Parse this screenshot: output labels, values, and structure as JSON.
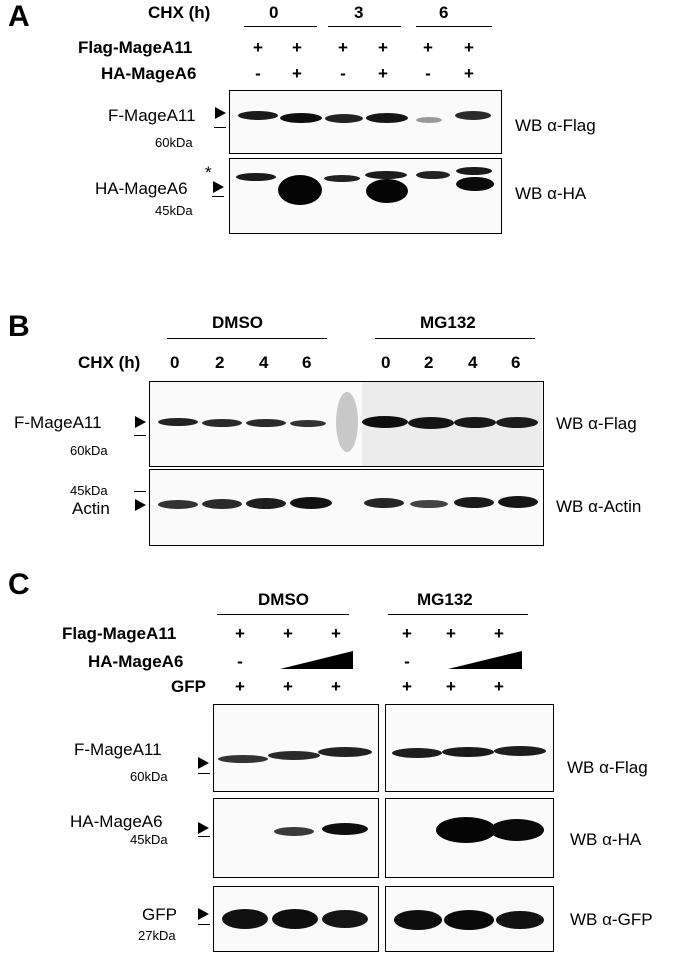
{
  "panel_A": {
    "letter": "A",
    "chx_label": "CHX (h)",
    "timepoints": [
      "0",
      "3",
      "6"
    ],
    "row1_label": "Flag-MageA11",
    "row1_marks": [
      "+",
      "+",
      "+",
      "+",
      "+",
      "+"
    ],
    "row2_label": "HA-MageA6",
    "row2_marks": [
      "-",
      "+",
      "-",
      "+",
      "-",
      "+"
    ],
    "blot1_label": "F-MageA11",
    "blot1_mw": "60kDa",
    "blot1_wb": "WB α-Flag",
    "blot2_asterisk": "*",
    "blot2_label": "HA-MageA6",
    "blot2_mw": "45kDa",
    "blot2_wb": "WB α-HA"
  },
  "panel_B": {
    "letter": "B",
    "group1": "DMSO",
    "group2": "MG132",
    "chx_label": "CHX (h)",
    "timepoints": [
      "0",
      "2",
      "4",
      "6",
      "0",
      "2",
      "4",
      "6"
    ],
    "blot1_label": "F-MageA11",
    "blot1_mw": "60kDa",
    "blot1_wb": "WB α-Flag",
    "blot2_mw": "45kDa",
    "blot2_label": "Actin",
    "blot2_wb": "WB α-Actin"
  },
  "panel_C": {
    "letter": "C",
    "group1": "DMSO",
    "group2": "MG132",
    "row1_label": "Flag-MageA11",
    "row1_marks": [
      "+",
      "+",
      "+",
      "+",
      "+",
      "+"
    ],
    "row2_label": "HA-MageA6",
    "row2_marks": [
      "-",
      "-"
    ],
    "row3_label": "GFP",
    "row3_marks": [
      "+",
      "+",
      "+",
      "+",
      "+",
      "+"
    ],
    "blot1_label": "F-MageA11",
    "blot1_mw": "60kDa",
    "blot1_wb": "WB α-Flag",
    "blot2_label": "HA-MageA6",
    "blot2_mw": "45kDa",
    "blot2_wb": "WB α-HA",
    "blot3_label": "GFP",
    "blot3_mw": "27kDa",
    "blot3_wb": "WB α-GFP"
  }
}
